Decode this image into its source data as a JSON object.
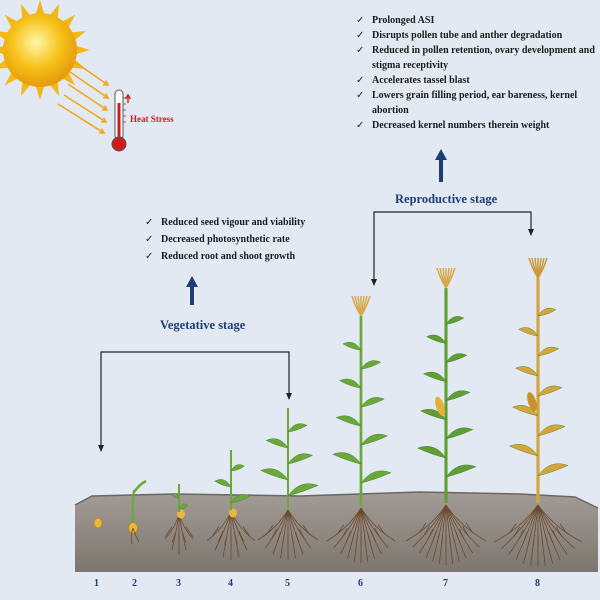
{
  "heat_stress": {
    "label": "Heat Stress"
  },
  "reproductive": {
    "label": "Reproductive stage",
    "effects": [
      "Prolonged ASI",
      "Disrupts pollen tube and anther degradation",
      "Reduced in pollen retention, ovary development and stigma receptivity",
      "Accelerates tassel blast",
      "Lowers grain filling period, ear bareness, kernel abortion",
      "Decreased kernel numbers therein weight"
    ]
  },
  "vegetative": {
    "label": "Vegetative stage",
    "effects": [
      "Reduced seed vigour and viability",
      "Decreased photosynthetic rate",
      "Reduced root and shoot growth"
    ]
  },
  "tick_symbol": "✓",
  "stages": [
    {
      "num": "1"
    },
    {
      "num": "2"
    },
    {
      "num": "3"
    },
    {
      "num": "4"
    },
    {
      "num": "5"
    },
    {
      "num": "6"
    },
    {
      "num": "7"
    },
    {
      "num": "8"
    }
  ],
  "colors": {
    "background": "#e2e9f3",
    "label_blue": "#1f3d73",
    "sun": "#f7c21a",
    "heat_red": "#d11b1b",
    "soil": "#8d8680",
    "leaf_green": "#6aa83a",
    "senescent": "#d4a53c"
  }
}
